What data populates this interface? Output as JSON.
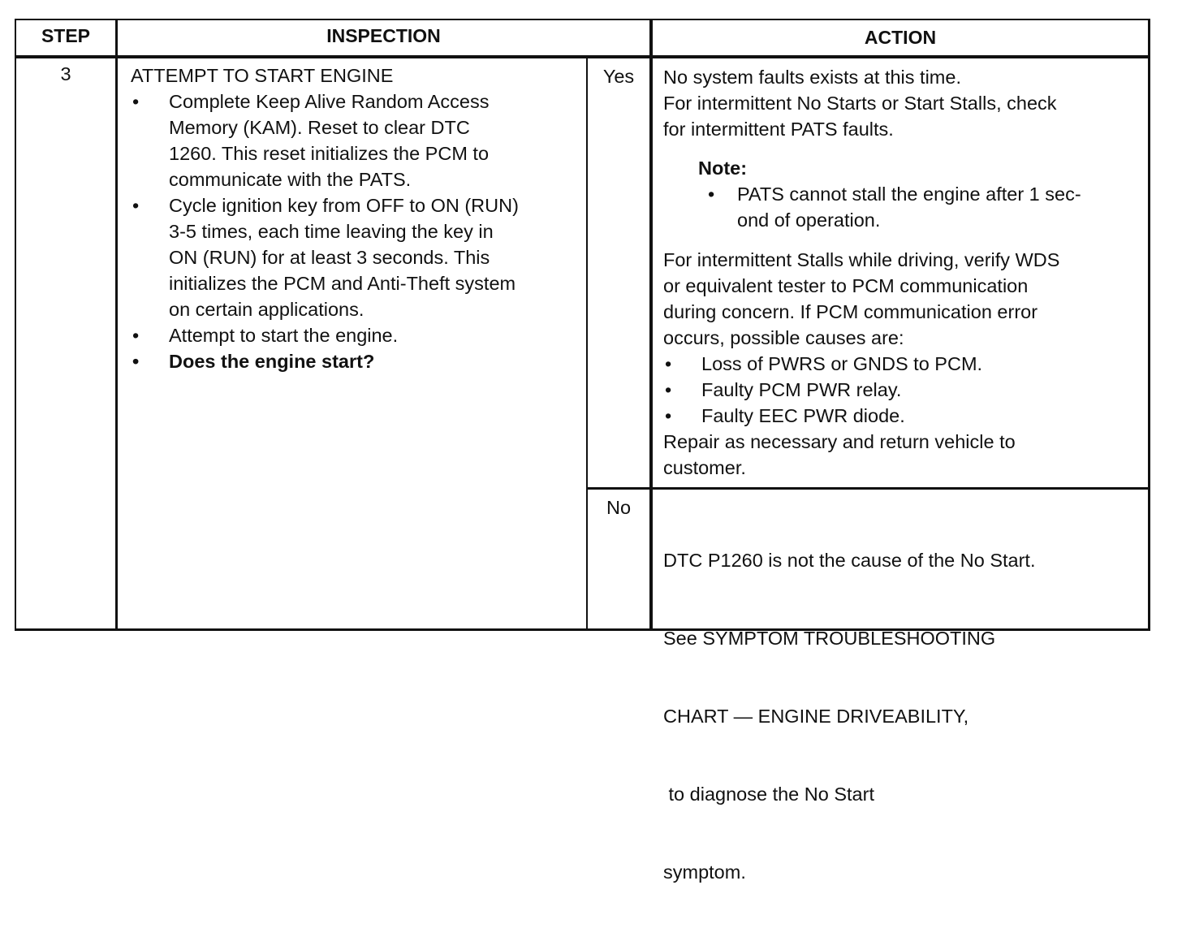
{
  "headers": {
    "step": "STEP",
    "inspection": "INSPECTION",
    "action": "ACTION"
  },
  "row": {
    "step_number": "3",
    "inspection_title": "ATTEMPT TO START ENGINE",
    "bullet_glyph": "•",
    "inspection_bullets": [
      [
        "Complete Keep Alive Random Access",
        "Memory (KAM). Reset to clear DTC",
        "1260. This reset initializes the PCM to",
        "communicate with the PATS."
      ],
      [
        "Cycle ignition key from OFF to ON (RUN)",
        "3-5 times, each time leaving the key in",
        "ON (RUN) for at least 3 seconds. This",
        "initializes the PCM and Anti-Theft system",
        "on certain applications."
      ],
      [
        "Attempt to start the engine."
      ],
      [
        "Does the engine start?"
      ]
    ],
    "yes_label": "Yes",
    "no_label": "No",
    "yes_action": {
      "intro": [
        "No system faults exists at this time.",
        "For intermittent No Starts or Start Stalls, check",
        "for intermittent PATS faults."
      ],
      "note_label": "Note:",
      "note_bullet": [
        "PATS cannot stall the engine after 1 sec-",
        "ond of operation."
      ],
      "para2": [
        "For intermittent Stalls while driving, verify WDS",
        "or equivalent tester to PCM communication",
        "during concern.  If PCM communication error",
        "occurs, possible causes are:"
      ],
      "causes": [
        "Loss of PWRS or GNDS to PCM.",
        "Faulty PCM PWR relay.",
        "Faulty EEC PWR diode."
      ],
      "closing": [
        "Repair as necessary and return vehicle to",
        "customer."
      ]
    },
    "no_action": [
      "DTC P1260 is not the cause of the No Start.",
      "See SYMPTOM TROUBLESHOOTING",
      "CHART — ENGINE DRIVEABILITY,",
      " to diagnose the No Start",
      "symptom."
    ]
  }
}
